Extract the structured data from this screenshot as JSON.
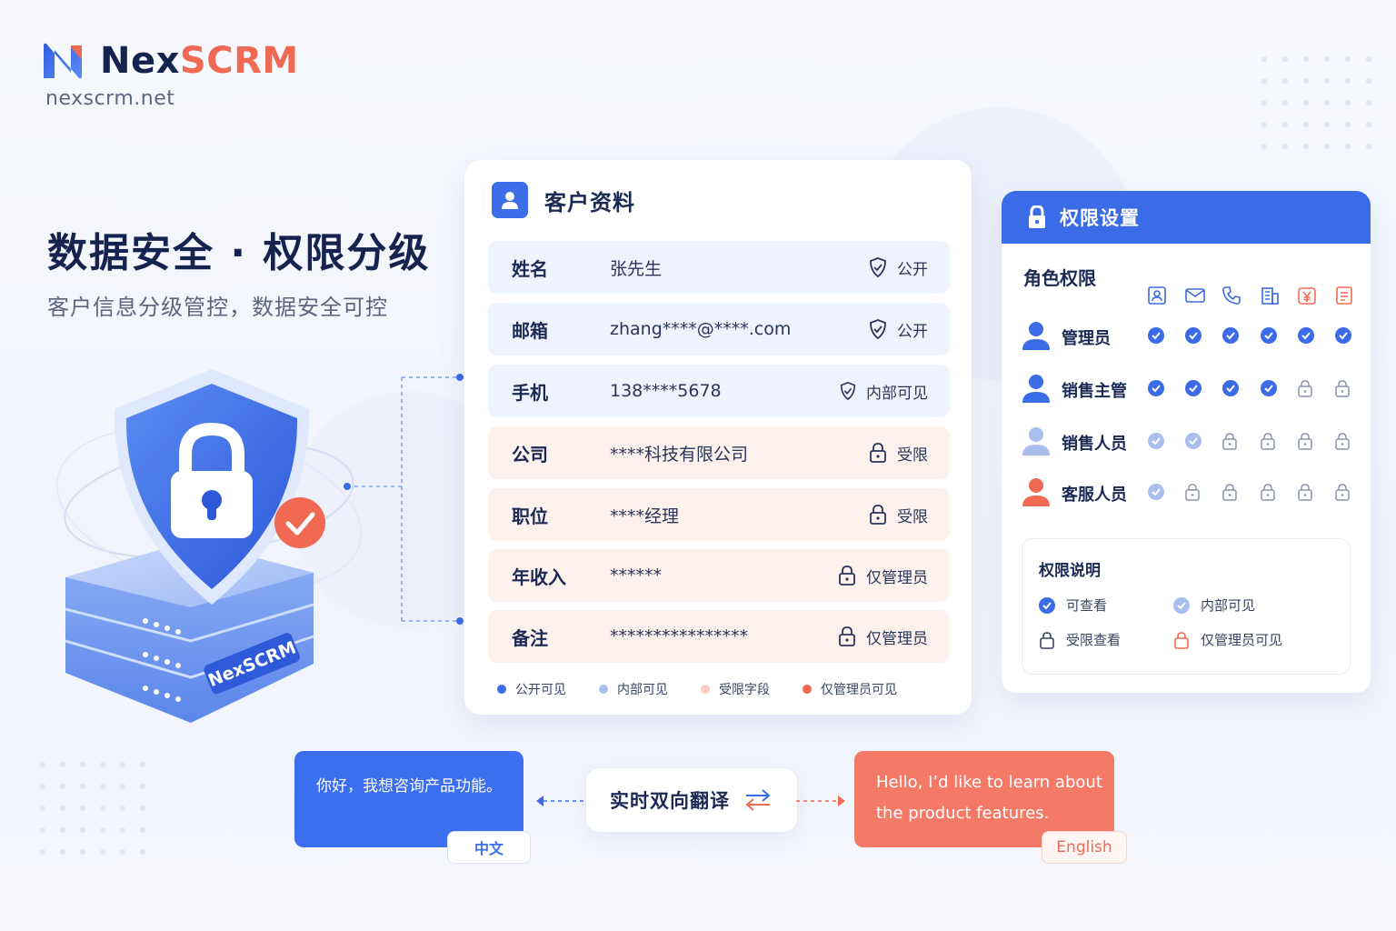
{
  "brand": {
    "name_part1": "Nex",
    "name_part2": "SCRM",
    "url": "nexscrm.net",
    "primary_color": "#3b6be6",
    "accent_color": "#f06a53"
  },
  "hero": {
    "title": "数据安全 · 权限分级",
    "subtitle": "客户信息分级管控，数据安全可控"
  },
  "illustration": {
    "server_label": "NexSCRM",
    "icon": "shield-lock-icon"
  },
  "customer_card": {
    "title": "客户资料",
    "rows": [
      {
        "label": "姓名",
        "value": "张先生",
        "status": "公开",
        "status_icon": "shield-check-icon",
        "level": "public"
      },
      {
        "label": "邮箱",
        "value": "zhang****@****.com",
        "status": "公开",
        "status_icon": "shield-check-icon",
        "level": "public"
      },
      {
        "label": "手机",
        "value": "138****5678",
        "status": "内部可见",
        "status_icon": "shield-check-icon",
        "level": "public"
      },
      {
        "label": "公司",
        "value": "****科技有限公司",
        "status": "受限",
        "status_icon": "lock-icon",
        "level": "restricted"
      },
      {
        "label": "职位",
        "value": "****经理",
        "status": "受限",
        "status_icon": "lock-icon",
        "level": "restricted"
      },
      {
        "label": "年收入",
        "value": "******",
        "status": "仅管理员",
        "status_icon": "lock-icon",
        "level": "restricted"
      },
      {
        "label": "备注",
        "value": "****************",
        "status": "仅管理员",
        "status_icon": "lock-icon",
        "level": "restricted"
      }
    ],
    "legend": [
      {
        "label": "公开可见",
        "color": "#3d6de7"
      },
      {
        "label": "内部可见",
        "color": "#a9bdee"
      },
      {
        "label": "受限字段",
        "color": "#f9cdc2"
      },
      {
        "label": "仅管理员可见",
        "color": "#f06a53"
      }
    ]
  },
  "permissions": {
    "title": "权限设置",
    "subtitle": "角色权限",
    "column_icons": [
      "contact-card-icon",
      "mail-icon",
      "phone-icon",
      "building-icon",
      "yuan-icon",
      "document-icon"
    ],
    "roles": [
      {
        "name": "管理员",
        "avatar_color": "#3b6be6",
        "cells": [
          "check",
          "check",
          "check",
          "check",
          "check",
          "check"
        ]
      },
      {
        "name": "销售主管",
        "avatar_color": "#3b6be6",
        "cells": [
          "check",
          "check",
          "check",
          "check",
          "lock",
          "lock"
        ]
      },
      {
        "name": "销售人员",
        "avatar_color": "#a9bdee",
        "cells": [
          "internal",
          "internal",
          "lock",
          "lock",
          "lock",
          "lock"
        ]
      },
      {
        "name": "客服人员",
        "avatar_color": "#f06a53",
        "cells": [
          "internal",
          "lock",
          "lock",
          "lock",
          "lock",
          "lock"
        ]
      }
    ],
    "explanation": {
      "title": "权限说明",
      "items": [
        {
          "label": "可查看",
          "icon": "check-circle-icon"
        },
        {
          "label": "内部可见",
          "icon": "internal-check-icon"
        },
        {
          "label": "受限查看",
          "icon": "lock-icon"
        },
        {
          "label": "仅管理员可见",
          "icon": "red-lock-icon"
        }
      ]
    }
  },
  "translation": {
    "source_text": "你好，我想咨询产品功能。",
    "source_lang": "中文",
    "center_label": "实时双向翻译",
    "target_text": "Hello, I’d like to learn about the product features.",
    "target_lang": "English"
  }
}
